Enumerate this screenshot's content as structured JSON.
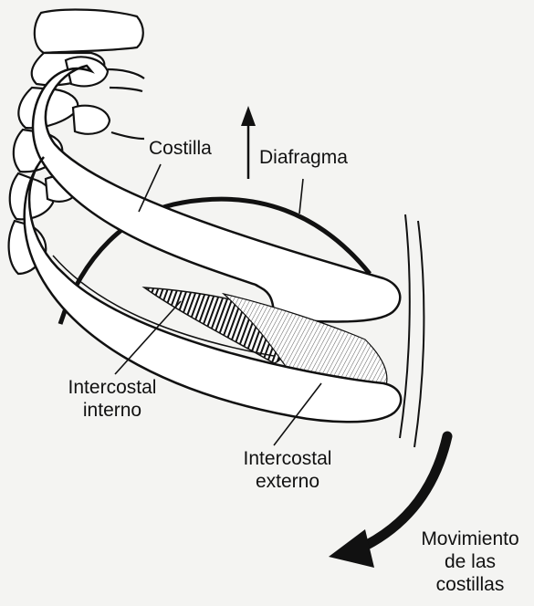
{
  "labels": {
    "costilla": "Costilla",
    "diafragma": "Diafragma",
    "intercostal_interno": [
      "Intercostal",
      "interno"
    ],
    "intercostal_externo": [
      "Intercostal",
      "externo"
    ],
    "movimiento": [
      "Movimiento",
      "de las",
      "costillas"
    ]
  },
  "colors": {
    "ink": "#111111",
    "background": "#f4f4f2"
  }
}
